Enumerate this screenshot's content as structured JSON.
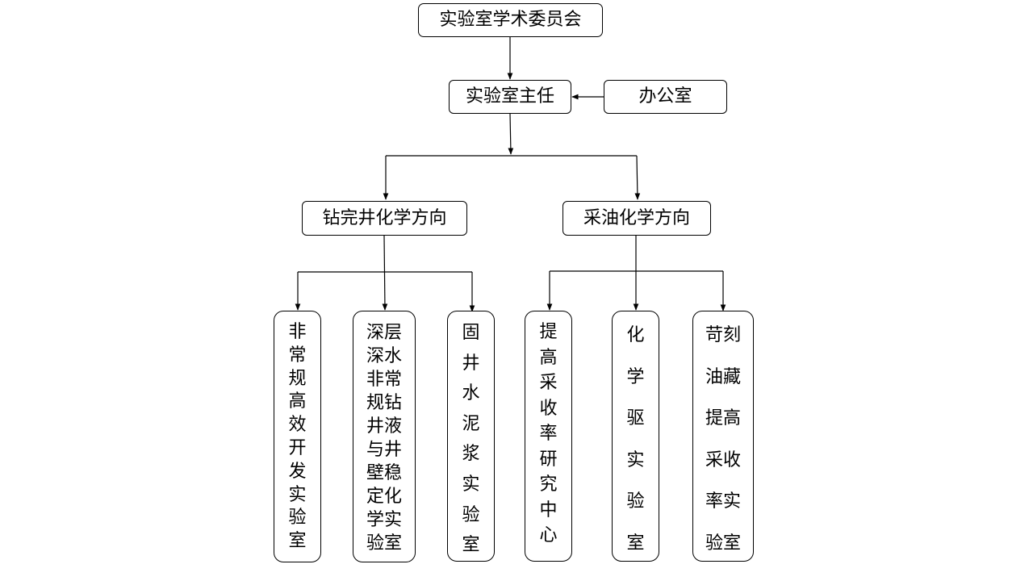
{
  "nodes": {
    "committee": "实验室学术委员会",
    "director": "实验室主任",
    "office": "办公室",
    "drilling_direction": "钻完井化学方向",
    "oil_direction": "采油化学方向",
    "lab1": "非\n常\n规\n高\n效\n开\n发\n实\n验\n室",
    "lab2": "深层\n深水\n非常\n规钻\n井液\n与井\n壁稳\n定化\n学实\n验室",
    "lab3": "固\n井\n水\n泥\n浆\n实\n验\n室",
    "lab4": "提\n高\n采\n收\n率\n研\n究\n中\n心",
    "lab5": "化\n学\n驱\n实\n验\n室",
    "lab6": "苛刻\n油藏\n提高\n采收\n率实\n验室"
  }
}
